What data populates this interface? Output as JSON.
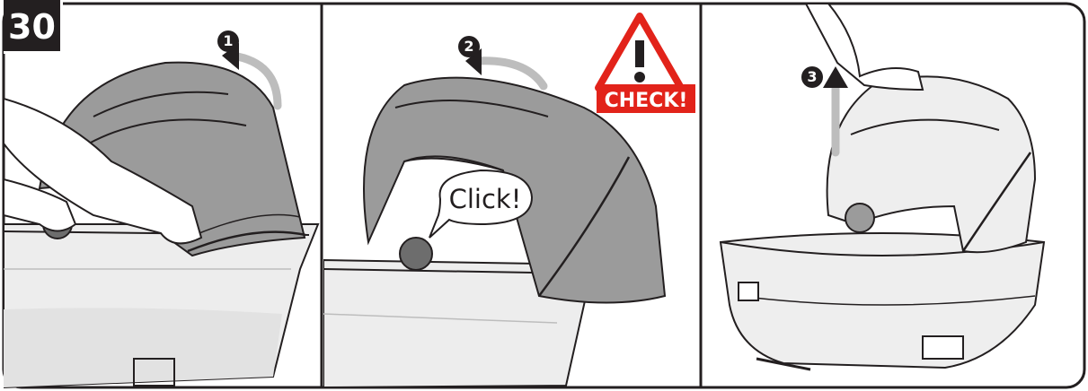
{
  "step_number": "30",
  "steps": [
    {
      "number": "1"
    },
    {
      "number": "2"
    },
    {
      "number": "3"
    }
  ],
  "warning": {
    "label": "CHECK!",
    "color": "#e2231a"
  },
  "callout": {
    "text": "Click!"
  },
  "colors": {
    "canopy": "#9b9b9b",
    "canopy_dark": "#6f6f6f",
    "outline": "#231f20",
    "body": "#eeeeee",
    "knob": "#6d6d6d"
  }
}
